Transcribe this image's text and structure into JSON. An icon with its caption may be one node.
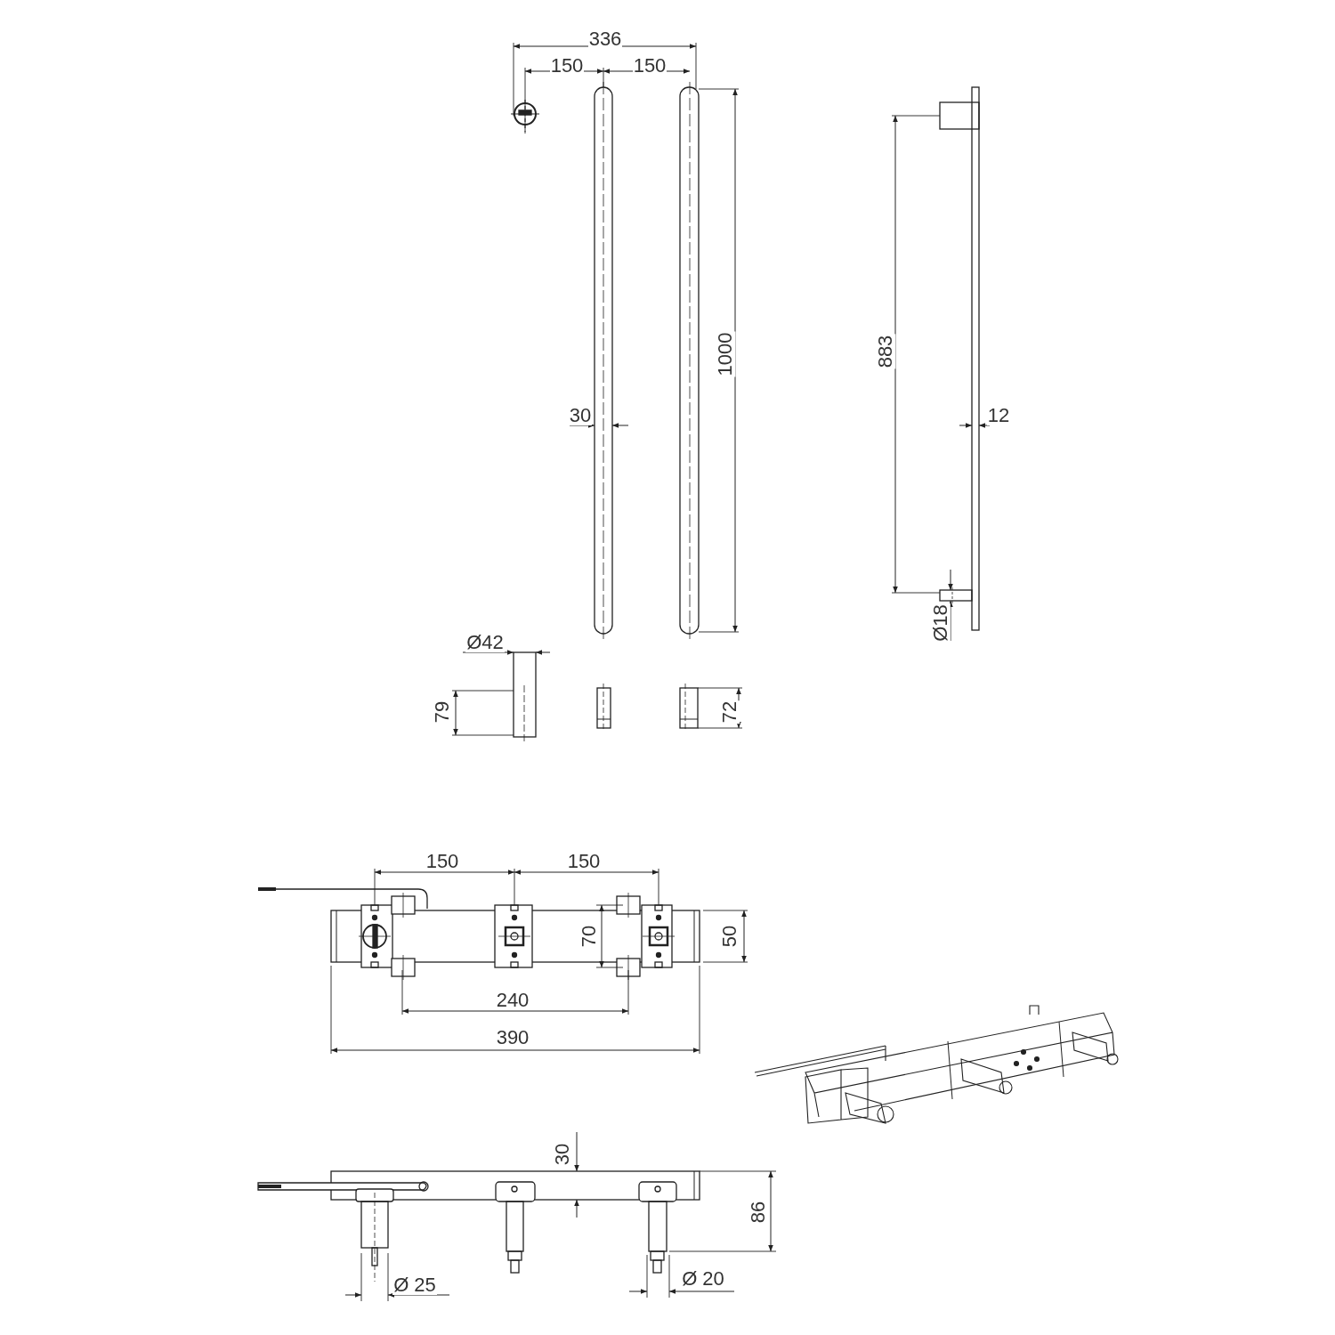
{
  "diagram": {
    "labels": [
      "336",
      "150",
      "150",
      "1000",
      "883",
      "30",
      "12",
      "Ø18",
      "Ø42",
      "79",
      "72",
      "150",
      "150",
      "70",
      "50",
      "240",
      "390",
      "30",
      "86",
      "Ø 25",
      "Ø 20"
    ]
  }
}
